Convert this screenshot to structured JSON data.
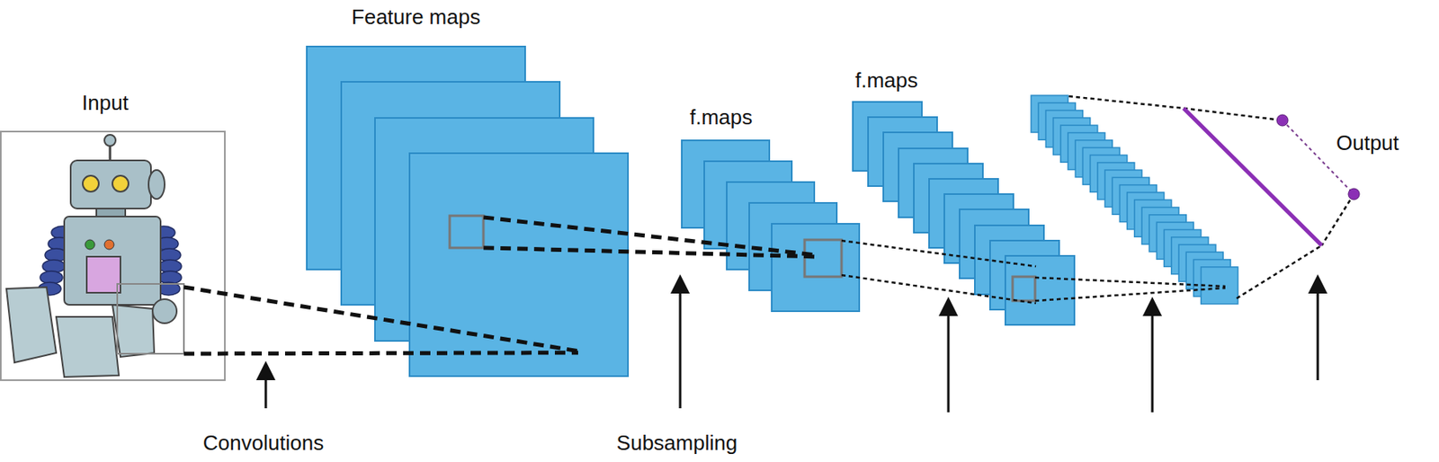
{
  "diagram": {
    "nodes": [
      {
        "text": [
          "Input"
        ]
      },
      {
        "text": [
          "Feature maps"
        ]
      },
      {
        "text": [
          "f.maps"
        ]
      },
      {
        "text": [
          "f.maps"
        ]
      }
    ],
    "edges": [
      {
        "from": 0,
        "to": 1,
        "arrow": "none"
      },
      {
        "from": 1,
        "to": 2,
        "arrow": "none"
      },
      {
        "from": 2,
        "to": 3,
        "arrow": "none"
      }
    ],
    "labels": [
      "Convolutions",
      "Subsampling",
      "Output"
    ]
  }
}
